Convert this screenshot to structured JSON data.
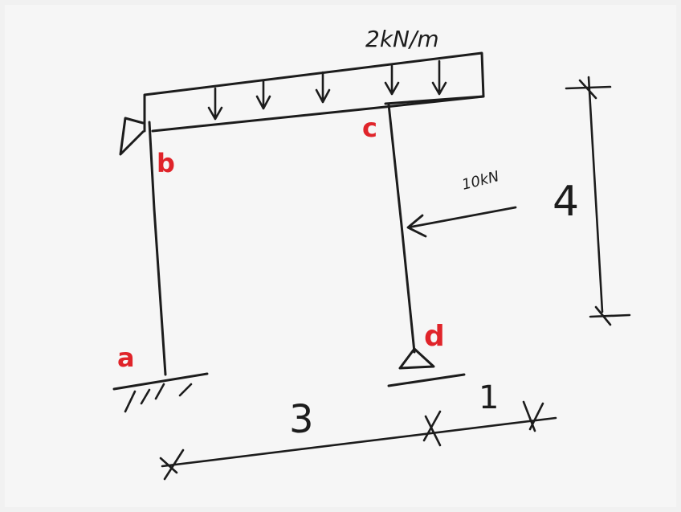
{
  "labels": {
    "load_distributed": "2kN/m",
    "load_point": "10kN",
    "node_a": "a",
    "node_b": "b",
    "node_c": "c",
    "node_d": "d",
    "dim_height": "4",
    "dim_span_1": "3",
    "dim_span_2": "1"
  },
  "colors": {
    "ink": "#1c1c1c",
    "node_label": "#e0242a",
    "paper": "#f3f3f3"
  }
}
